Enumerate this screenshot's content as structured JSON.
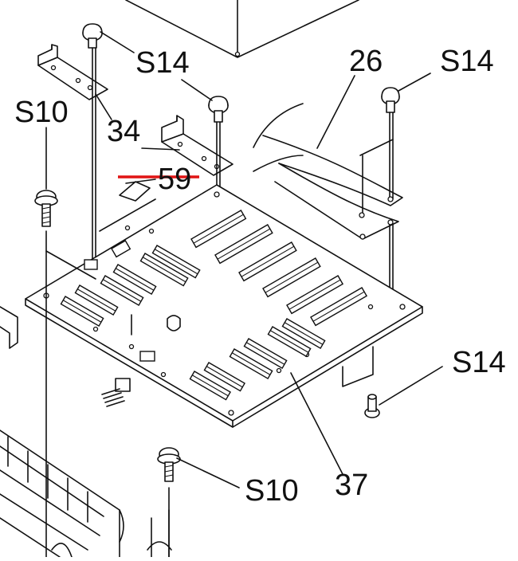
{
  "callouts": {
    "s14_top_left": "S14",
    "s14_top_right": "S14",
    "s14_bottom_right": "S14",
    "s10_left": "S10",
    "s10_bottom": "S10",
    "part_26": "26",
    "part_34": "34",
    "part_59": "59",
    "part_37": "37"
  },
  "colors": {
    "line": "#111111",
    "strike": "#e01414",
    "background": "#ffffff"
  }
}
